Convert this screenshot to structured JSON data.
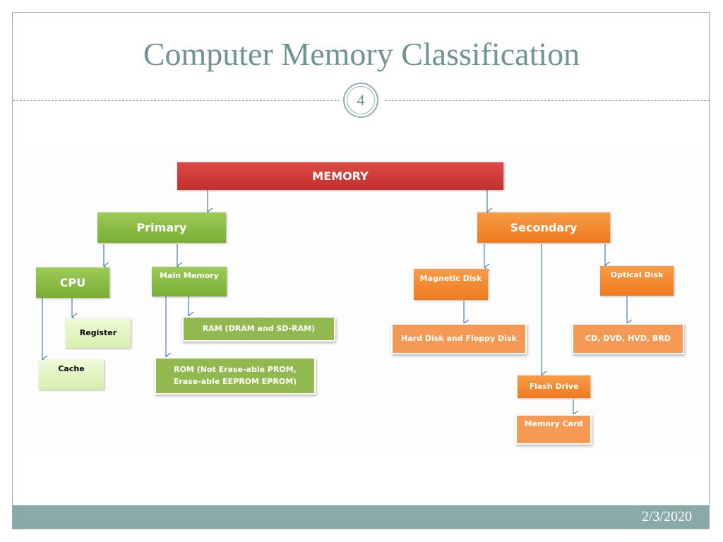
{
  "slide": {
    "title": "Computer Memory Classification",
    "number": "4",
    "date": "2/3/2020"
  },
  "diagram": {
    "root": "MEMORY",
    "primary": {
      "label": "Primary",
      "cpu": {
        "label": "CPU",
        "register": "Register",
        "cache": "Cache"
      },
      "main_memory": {
        "label": "Main Memory",
        "ram": "RAM (DRAM and SD-RAM)",
        "rom": "ROM (Not Erase-able PROM, Erase-able EEPROM EPROM)"
      }
    },
    "secondary": {
      "label": "Secondary",
      "magnetic_disk": {
        "label": "Magnetic Disk",
        "child": "Hard Disk and Floppy Disk"
      },
      "optical_disk": {
        "label": "Optical Disk",
        "child": "CD, DVD, HVD, BRD"
      },
      "flash_drive": {
        "label": "Flash Drive",
        "child": "Memory Card"
      }
    }
  },
  "colors": {
    "accent": "#8fb0b0",
    "title": "#6e9593",
    "memory": "#c9332f",
    "primary_green": "#86b83e",
    "secondary_orange": "#f1831f",
    "arrow": "#4a7ebb"
  }
}
